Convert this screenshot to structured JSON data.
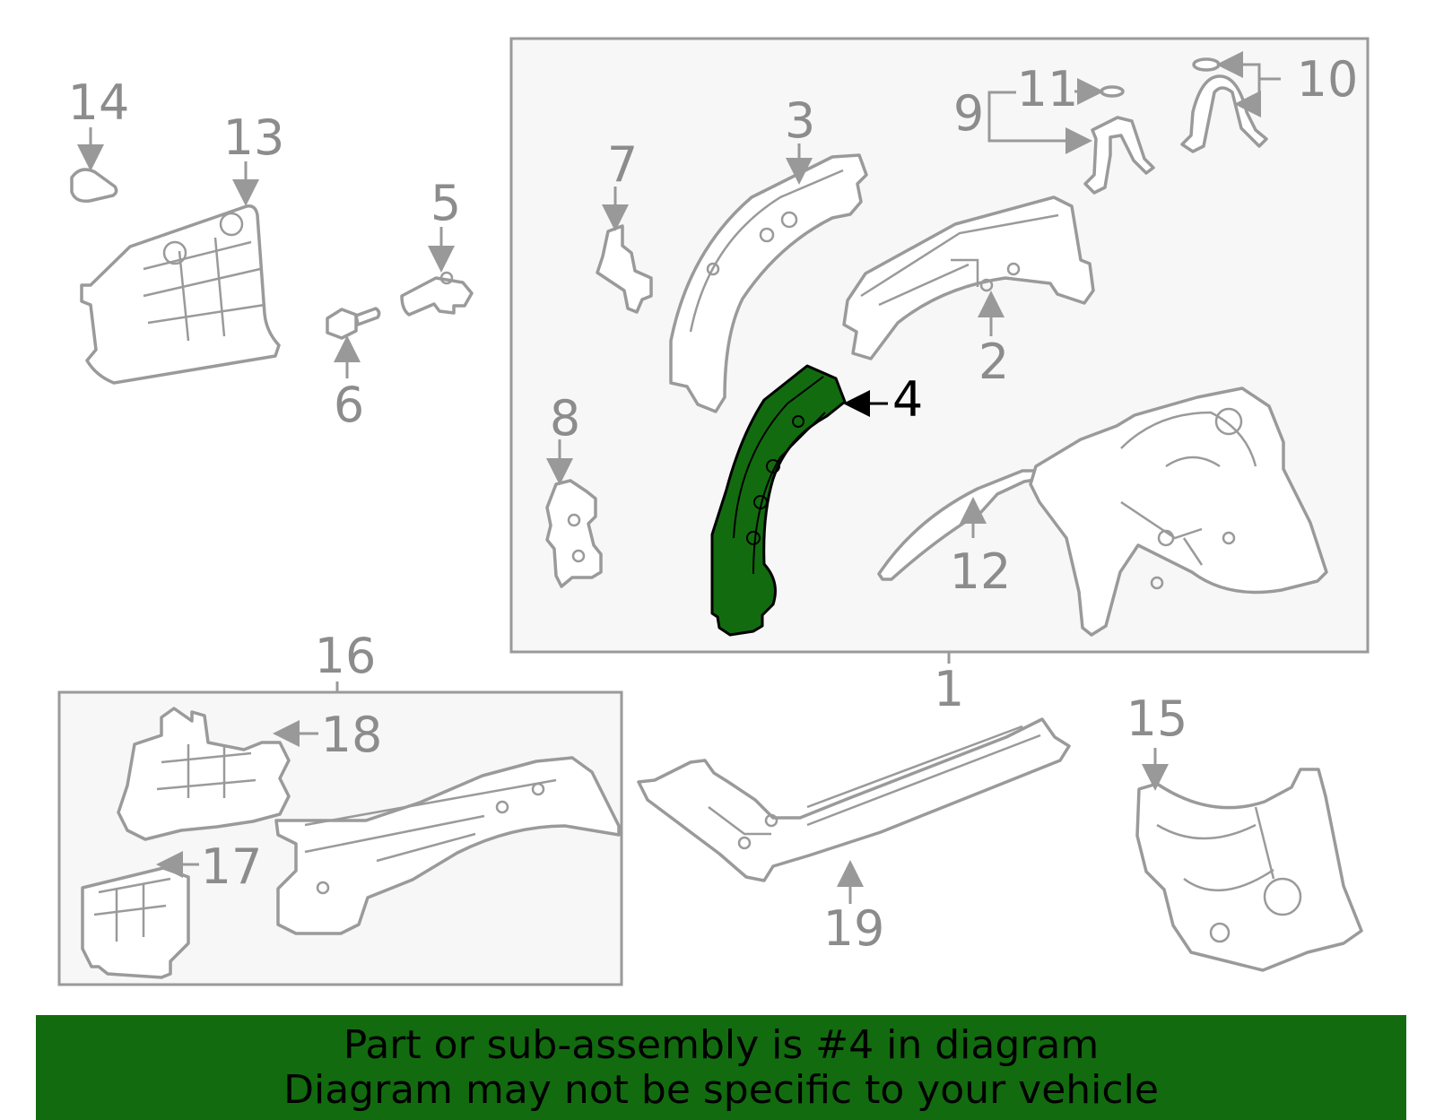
{
  "diagram": {
    "highlighted_part": "4",
    "callouts": [
      "1",
      "2",
      "3",
      "4",
      "5",
      "6",
      "7",
      "8",
      "9",
      "10",
      "11",
      "12",
      "13",
      "14",
      "15",
      "16",
      "17",
      "18",
      "19"
    ],
    "colors": {
      "highlight": "#136b10",
      "line": "#9a9a9a",
      "label": "#8c8c8c",
      "box_fill": "#f7f7f7"
    }
  },
  "banner": {
    "line1": "Part or sub-assembly is #4 in diagram",
    "line2": "Diagram may not be specific to your vehicle"
  }
}
